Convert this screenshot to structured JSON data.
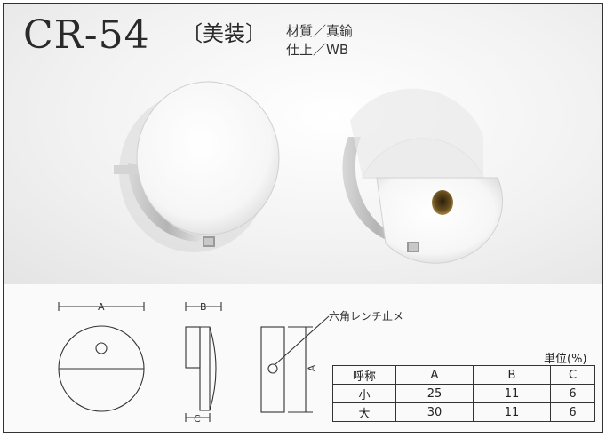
{
  "header": {
    "model": "CR-54",
    "type": "〔美装〕",
    "material_line": "材質／真鍮",
    "finish_line": "仕上／WB"
  },
  "diagram": {
    "label_a": "A",
    "label_b": "B",
    "label_c": "C",
    "label_a_vertical": "A",
    "wrench_note": "六角レンチ止メ"
  },
  "table": {
    "unit": "単位(%)",
    "headers": [
      "呼称",
      "A",
      "B",
      "C"
    ],
    "rows": [
      [
        "小",
        "25",
        "11",
        "6"
      ],
      [
        "大",
        "30",
        "11",
        "6"
      ]
    ]
  },
  "colors": {
    "metal_light": "#f4f4f4",
    "metal_shadow": "#b8b8b8",
    "hole_brass": "#5a4420"
  }
}
